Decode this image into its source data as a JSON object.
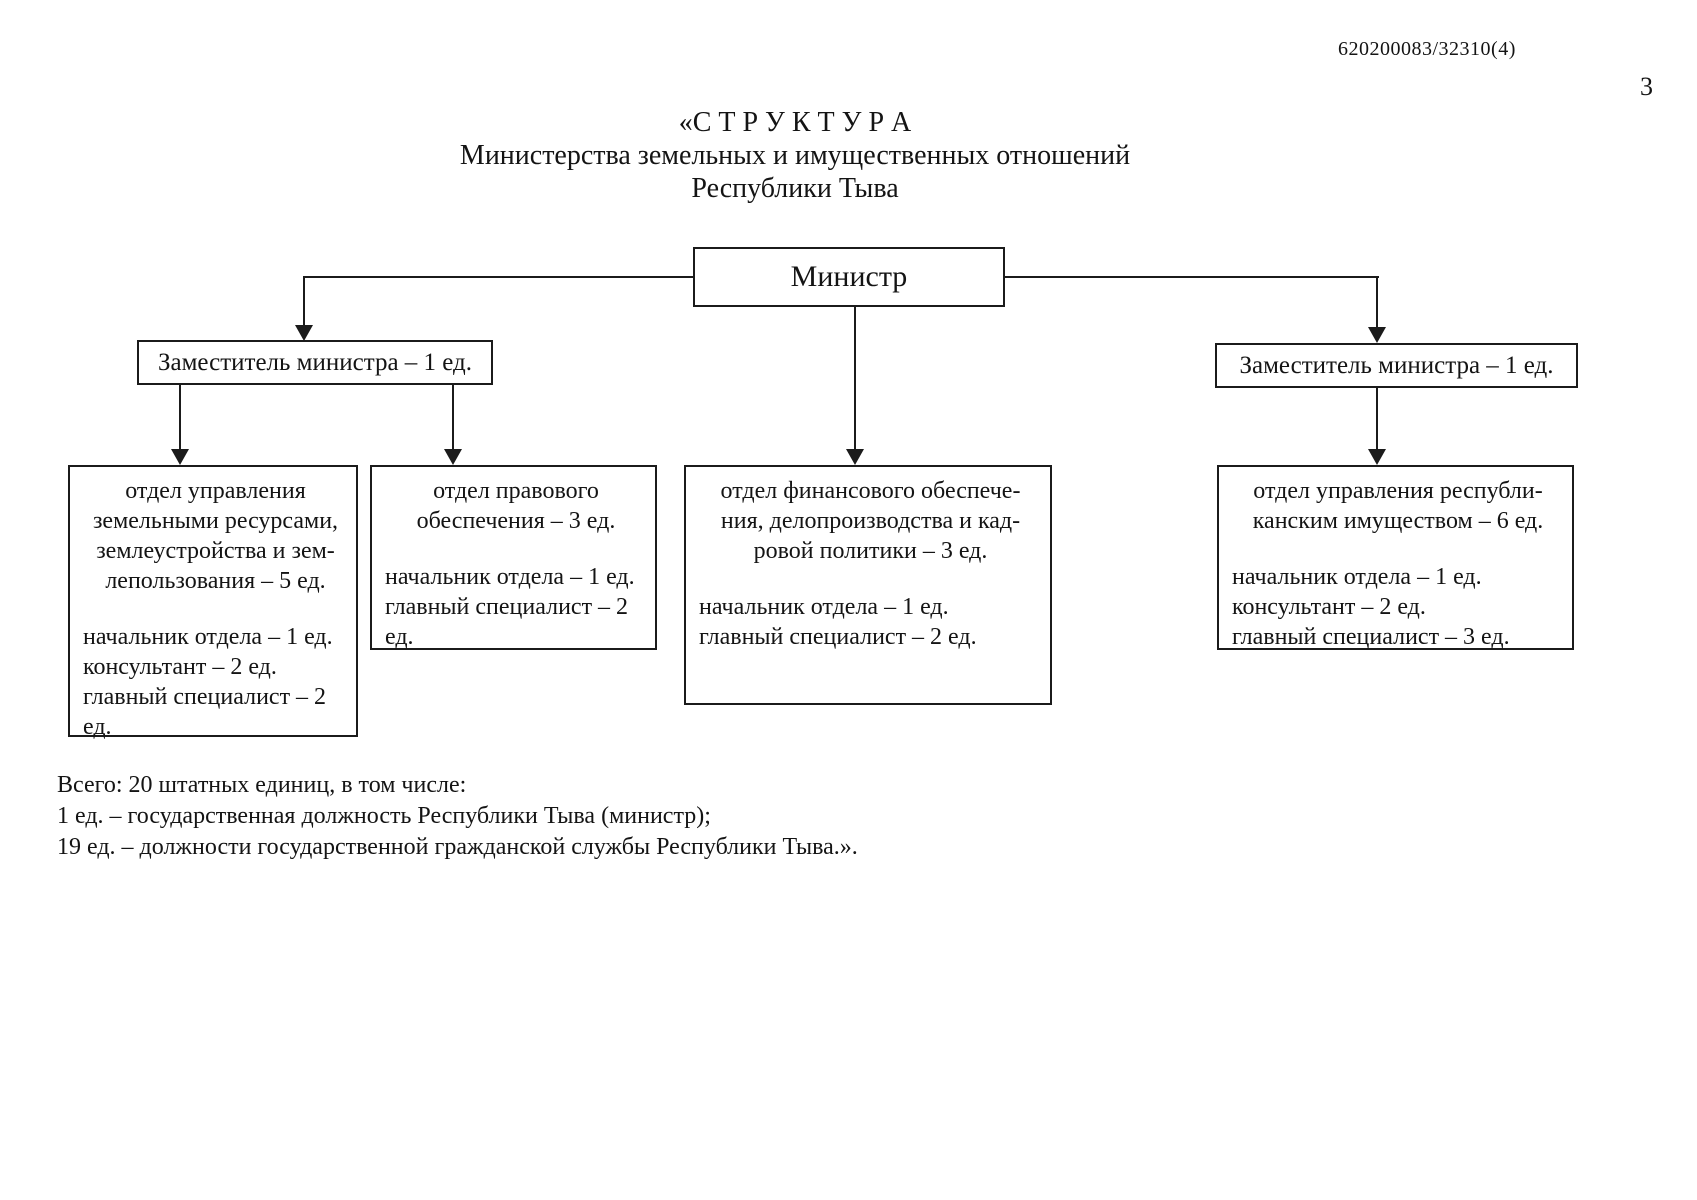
{
  "page": {
    "doc_ref": "620200083/32310(4)",
    "page_number": "3"
  },
  "title": {
    "line1": "«С Т Р У К Т У Р А",
    "line2": "Министерства земельных и имущественных отношений",
    "line3": "Республики Тыва"
  },
  "org": {
    "minister": "Министр",
    "deputy_left": "Заместитель министра – 1 ед.",
    "deputy_right": "Заместитель министра – 1 ед.",
    "dept_land": {
      "title": [
        "отдел управления",
        "земельными ресурсами,",
        "землеустройства и зем-",
        "лепользования – 5 ед."
      ],
      "staff": [
        "начальник отдела – 1 ед.",
        "консультант – 2 ед.",
        "главный специалист – 2",
        "ед."
      ]
    },
    "dept_legal": {
      "title": [
        "отдел правового",
        "обеспечения – 3 ед."
      ],
      "staff": [
        "начальник отдела – 1 ед.",
        "главный специалист – 2",
        "ед."
      ]
    },
    "dept_finance": {
      "title": [
        "отдел финансового обеспече-",
        "ния, делопроизводства и кад-",
        "ровой политики – 3 ед."
      ],
      "staff": [
        "начальник отдела – 1 ед.",
        "главный специалист – 2 ед."
      ]
    },
    "dept_property": {
      "title": [
        "отдел управления республи-",
        "канским имуществом – 6 ед."
      ],
      "staff": [
        "начальник отдела – 1 ед.",
        "консультант – 2 ед.",
        "главный специалист – 3 ед."
      ]
    }
  },
  "footer": {
    "lines": [
      "Всего: 20 штатных единиц, в том числе:",
      "1 ед. – государственная должность Республики Тыва (министр);",
      "19 ед. – должности государственной гражданской службы Республики Тыва.»."
    ]
  }
}
